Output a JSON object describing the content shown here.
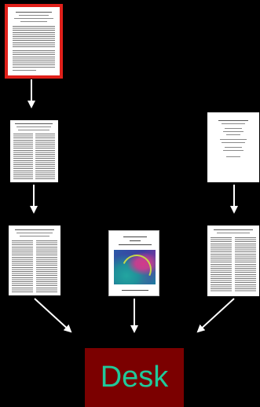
{
  "desk": {
    "label": "Desk"
  },
  "colors": {
    "background": "#000000",
    "selected_border": "#e0201a",
    "desk_fill": "#7b0000",
    "desk_text": "#20c99a",
    "arrow": "#ffffff"
  },
  "nodes": [
    {
      "id": "paper-selected",
      "kind": "paper",
      "selected": true
    },
    {
      "id": "paper-left-2",
      "kind": "paper",
      "selected": false
    },
    {
      "id": "paper-left-3",
      "kind": "paper",
      "selected": false
    },
    {
      "id": "paper-right-1",
      "kind": "paper",
      "selected": false
    },
    {
      "id": "paper-right-2",
      "kind": "paper",
      "selected": false
    },
    {
      "id": "book",
      "kind": "book",
      "selected": false
    },
    {
      "id": "desk",
      "kind": "box",
      "selected": false
    }
  ],
  "edges": [
    {
      "from": "paper-selected",
      "to": "paper-left-2"
    },
    {
      "from": "paper-left-2",
      "to": "paper-left-3"
    },
    {
      "from": "paper-right-1",
      "to": "paper-right-2"
    },
    {
      "from": "paper-left-3",
      "to": "desk"
    },
    {
      "from": "book",
      "to": "desk"
    },
    {
      "from": "paper-right-2",
      "to": "desk"
    }
  ]
}
